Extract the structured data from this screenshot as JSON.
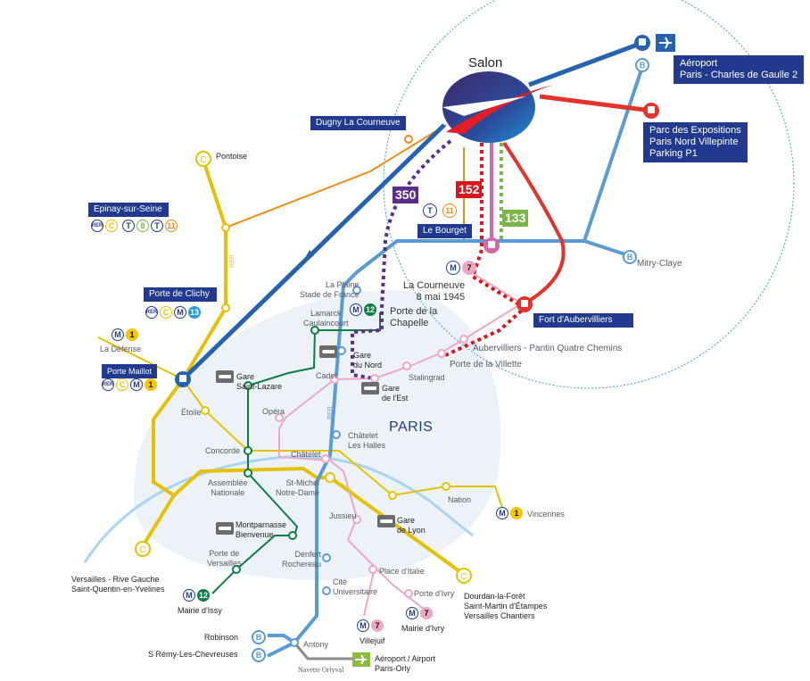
{
  "title": "Salon",
  "city_label": "PARIS",
  "colors": {
    "rer_b": "#5b9bd5",
    "rer_c": "#e5c100",
    "navette_blue": "#2563b0",
    "navette_red": "#e3342b",
    "line_7": "#f0a7c3",
    "line_12": "#0a7f44",
    "line_13": "#2a9bd8",
    "line_1": "#f7c600",
    "tram_11": "#f08c1a",
    "bus_350": "#5a2e8a",
    "bus_152": "#d9161e",
    "bus_133": "#7ab648",
    "label_box": "#213a8f",
    "paris_area": "#edf2f9",
    "orlyval": "#8c8c8c",
    "orly_airport": "#8dbb3a"
  },
  "hubs": {
    "cdg": {
      "label": "Aéroport\nParis - Charles de Gaulle 2",
      "icons": [
        "bus-icon",
        "plane-icon"
      ]
    },
    "parc_expo": {
      "label": "Parc des Expositions\nParis Nord Villepinte\nParking P1",
      "icons": [
        "bus-icon"
      ]
    },
    "dugny": {
      "label": "Dugny La Courneuve"
    },
    "le_bourget": {
      "label": "Le Bourget",
      "lines": [
        "T",
        "11"
      ]
    },
    "fort_aubervilliers": {
      "label": "Fort d'Aubervilliers"
    },
    "epinay": {
      "label": "Epinay-sur-Seine",
      "lines": [
        "RER",
        "C",
        "T",
        "8",
        "T",
        "11"
      ]
    },
    "porte_clichy": {
      "label": "Porte de Clichy",
      "lines": [
        "RER",
        "C",
        "M",
        "13"
      ]
    },
    "porte_maillot": {
      "label": "Porte Maillot",
      "lines": [
        "RER",
        "C",
        "M",
        "1"
      ]
    }
  },
  "bus_lines": [
    {
      "number": "350",
      "color": "#5a2e8a"
    },
    {
      "number": "152",
      "color": "#d9161e"
    },
    {
      "number": "133",
      "color": "#7ab648"
    }
  ],
  "stations": {
    "pontoise": "Pontoise",
    "la_plaine": "La Plaine\nStade de France",
    "la_courneuve": "La Courneuve\n8 mai 1945",
    "porte_chapelle": "Porte de la\nChapelle",
    "mitry": "Mitry-Claye",
    "aubervilliers": "Aubervilliers - Pantin Quatre Chemins",
    "porte_villette": "Porte de la Villette",
    "stalingrad": "Stalingrad",
    "la_defense": "La Défense",
    "lamarck": "Lamarck\nCaulaincourt",
    "gare_nord": "Gare\ndu Nord",
    "cadet": "Cadet",
    "gare_est": "Gare\nde l'Est",
    "gare_st_lazare": "Gare\nSaint-Lazare",
    "etoile": "Étoile",
    "opera": "Opéra",
    "chatelet_halles": "Châtelet\nLes Halles",
    "concorde": "Concorde",
    "chatelet": "Châtelet",
    "assemblee": "Assemblée\nNationale",
    "st_michel": "St-Michel\nNotre-Dame",
    "nation": "Nation",
    "vincennes": "Vincennes",
    "jussieu": "Jussieu",
    "gare_lyon": "Gare\nde Lyon",
    "montparnasse": "Montparnasse\nBienvenue",
    "porte_versailles": "Porte de\nVersailles",
    "denfert": "Denfert\nRochereau",
    "place_italie": "Place d'Italie",
    "porte_ivry": "Porte d'Ivry",
    "cite_u": "Cité\nUniversitaire",
    "versailles_rg": "Versailles - Rive Gauche\nSaint-Quentin-en-Yvelines",
    "mairie_issy": "Mairie d'Issy",
    "dourdan": "Dourdan-la-Forêt\nSaint-Martin d'Étampes\nVersailles Chantiers",
    "villejuif": "Villejuif",
    "mairie_ivry": "Mairie d'Ivry",
    "robinson": "Robinson",
    "st_remy": "S Rémy-Les-Chevreuses",
    "antony": "Antony",
    "orlyval": "Navette Orlyval",
    "orly": "Aéroport / Airport\nParis-Orly"
  },
  "line_badges": {
    "rer": "RER",
    "c": "C",
    "b": "B",
    "m": "M",
    "t": "T",
    "l1": "1",
    "l7": "7",
    "l8": "8",
    "l11": "11",
    "l12": "12",
    "l13": "13"
  },
  "rer_text": "RER"
}
